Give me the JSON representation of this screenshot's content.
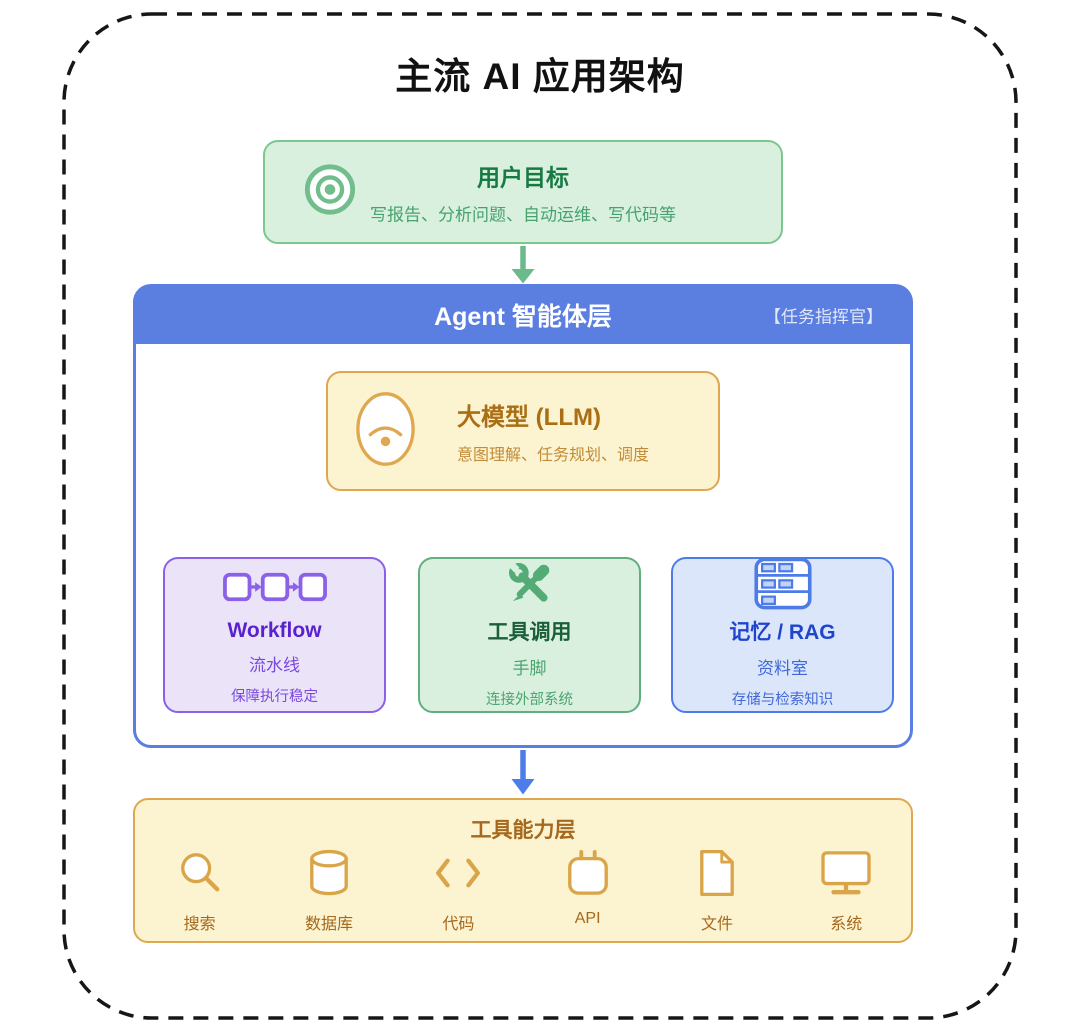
{
  "title": "主流 AI 应用架构",
  "user_goal": {
    "title": "用户目标",
    "subtitle": "写报告、分析问题、自动运维、写代码等",
    "icon": "target-icon"
  },
  "agent_layer": {
    "title": "Agent 智能体层",
    "badge": "【任务指挥官】",
    "llm": {
      "title": "大模型 (LLM)",
      "subtitle": "意图理解、任务规划、调度",
      "icon": "llm-face-icon"
    },
    "modules": [
      {
        "title": "Workflow",
        "subtitle": "流水线",
        "note": "保障执行稳定",
        "icon": "workflow-icon",
        "accent": "#8a61e8"
      },
      {
        "title": "工具调用",
        "subtitle": "手脚",
        "note": "连接外部系统",
        "icon": "wrench-screwdriver-icon",
        "accent": "#61ae7f"
      },
      {
        "title": "记忆 / RAG",
        "subtitle": "资料室",
        "note": "存储与检索知识",
        "icon": "server-icon",
        "accent": "#4d7ce9"
      }
    ]
  },
  "tool_layer": {
    "title": "工具能力层",
    "tools": [
      {
        "label": "搜索",
        "icon": "search-icon"
      },
      {
        "label": "数据库",
        "icon": "database-icon"
      },
      {
        "label": "代码",
        "icon": "code-icon"
      },
      {
        "label": "API",
        "icon": "api-icon"
      },
      {
        "label": "文件",
        "icon": "file-icon"
      },
      {
        "label": "系统",
        "icon": "monitor-icon"
      }
    ]
  },
  "colors": {
    "green_accent": "#53ab75",
    "green_border": "#7cc790",
    "blue_header": "#5b7ee1",
    "purple_accent": "#8a61e8",
    "orange_accent": "#dfa850",
    "arrow_green": "#6cb98a",
    "arrow_blue": "#4c7de9",
    "dashed_connector": "#e29b3d"
  }
}
